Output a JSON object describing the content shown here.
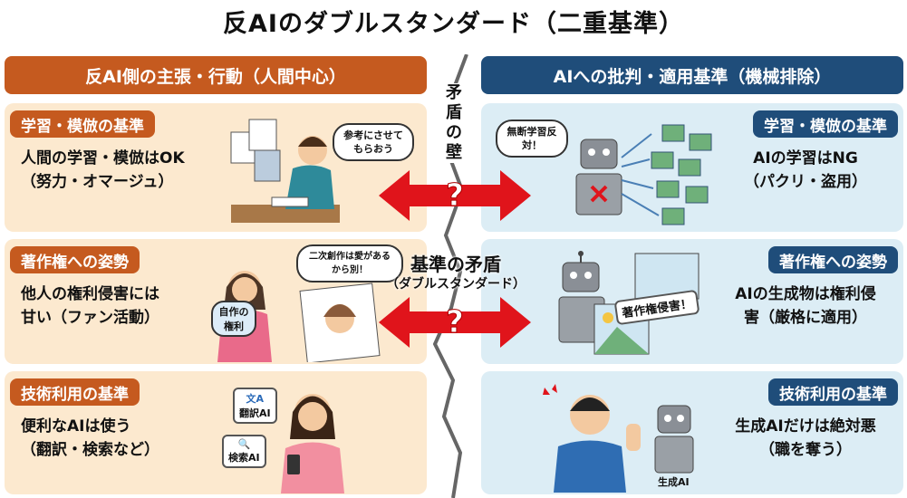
{
  "title": "反AIのダブルスタンダード（二重基準）",
  "left_header": "反AI側の主張・行動（人間中心）",
  "right_header": "AIへの批判・適用基準（機械排除）",
  "wall_label": "矛盾の壁",
  "center": {
    "main": "基準の矛盾",
    "sub": "（ダブルスタンダード）",
    "question": "?"
  },
  "colors": {
    "left_accent": "#c55a1f",
    "right_accent": "#1f4d7a",
    "left_bg": "#fce9cf",
    "right_bg": "#dcedf5",
    "arrow": "#e0141b"
  },
  "left_panels": [
    {
      "label": "学習・模倣の基準",
      "line1": "人間の学習・模倣はOK",
      "line2": "（努力・オマージュ）",
      "bubble": "参考にさせてもらおう"
    },
    {
      "label": "著作権への姿勢",
      "line1": "他人の権利侵害には",
      "line2": "甘い（ファン活動）",
      "bubble": "二次創作は愛があるから別！",
      "tag": "自作の権利"
    },
    {
      "label": "技術利用の基準",
      "line1": "便利なAIは使う",
      "line2": "（翻訳・検索など）",
      "tags": [
        "翻訳AI",
        "検索AI"
      ]
    }
  ],
  "right_panels": [
    {
      "label": "学習・模倣の基準",
      "line1": "AIの学習はNG",
      "line2": "（パクリ・盗用）",
      "bubble": "無断学習反対！"
    },
    {
      "label": "著作権への姿勢",
      "line1": "AIの生成物は権利侵",
      "line2": "害（厳格に適用）",
      "tag": "著作権侵害！"
    },
    {
      "label": "技術利用の基準",
      "line1": "生成AIだけは絶対悪",
      "line2": "（職を奪う）",
      "tag": "生成AI"
    }
  ]
}
